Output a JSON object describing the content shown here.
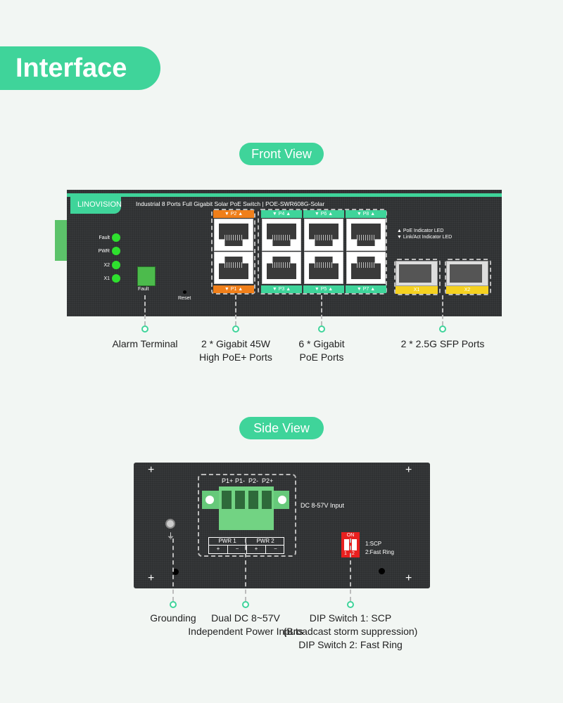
{
  "heading": "Interface",
  "front": {
    "pill": "Front View",
    "brand": "LINOVISION",
    "subtitle": "Industrial 8 Ports Full Gigabit Solar PoE Switch | POE-SWR608G-Solar",
    "leds": [
      "Fault",
      "PWR",
      "X2",
      "X1"
    ],
    "fault_terminal": "Fault",
    "reset": "Reset",
    "top_ports": [
      "P2",
      "P4",
      "P6",
      "P8"
    ],
    "bottom_ports": [
      "P1",
      "P3",
      "P5",
      "P7"
    ],
    "sfp_ports": [
      "X1",
      "X2"
    ],
    "legend": [
      "▲ PoE Indicator LED",
      "▼ Link/Act Indicator LED"
    ],
    "callouts": [
      {
        "lines": [
          "Alarm Terminal"
        ]
      },
      {
        "lines": [
          "2 * Gigabit 45W",
          "High PoE+ Ports"
        ]
      },
      {
        "lines": [
          "6 * Gigabit",
          "PoE Ports"
        ]
      },
      {
        "lines": [
          "2 * 2.5G SFP Ports"
        ]
      }
    ]
  },
  "side": {
    "pill": "Side View",
    "terminal_labels": [
      "P1+",
      "P1-",
      "P2-",
      "P2+"
    ],
    "dc_input": "DC 8-57V Input",
    "pwr": [
      "PWR 1",
      "PWR 2"
    ],
    "polarity": [
      "+",
      "−",
      "+",
      "−"
    ],
    "dip_on": "ON",
    "dip_nums": [
      "1",
      "2"
    ],
    "dip_legend": [
      "1:SCP",
      "2:Fast Ring"
    ],
    "callouts": [
      {
        "lines": [
          "Grounding"
        ]
      },
      {
        "lines": [
          "Dual DC 8~57V",
          "Independent Power Inputs"
        ]
      },
      {
        "lines": [
          "DIP Switch 1: SCP",
          "(Broadcast storm suppression)",
          "DIP Switch 2: Fast Ring"
        ]
      }
    ]
  },
  "colors": {
    "accent": "#3fd49a",
    "orange": "#f07f1a",
    "yellow": "#f5d120",
    "dip": "#e8201f",
    "panel": "#2f3132"
  }
}
